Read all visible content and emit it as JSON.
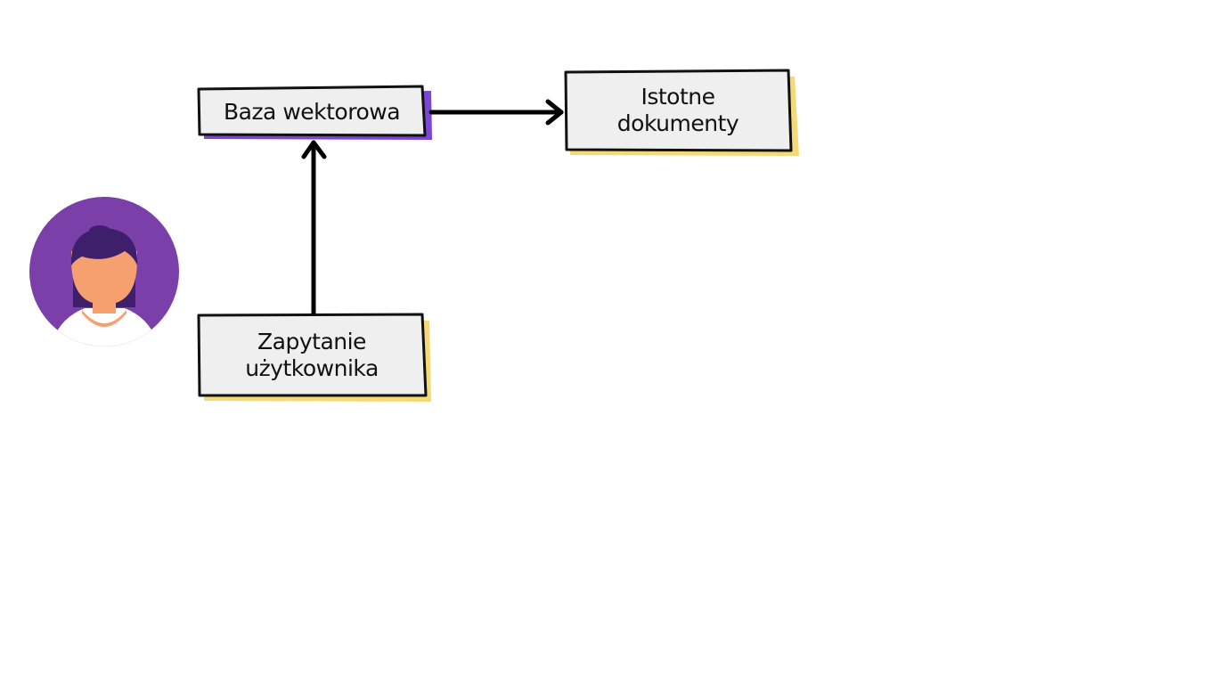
{
  "diagram": {
    "nodes": {
      "vector_db": {
        "label": "Baza wektorowa",
        "accent": "#7b45d6"
      },
      "relevant_docs": {
        "label": "Istotne\ndokumenty",
        "accent": "#f5d977"
      },
      "user_query": {
        "label": "Zapytanie\nużytkownika",
        "accent": "#f5d977"
      }
    },
    "edges": [
      {
        "from": "user_query",
        "to": "vector_db"
      },
      {
        "from": "vector_db",
        "to": "relevant_docs"
      }
    ],
    "avatar": {
      "icon": "user-avatar-icon",
      "circle_color": "#7a3fa8",
      "hair_color": "#3d1f6b",
      "skin_color": "#f6a070",
      "shirt_color": "#ffffff"
    },
    "colors": {
      "box_fill": "#efefef",
      "box_stroke": "#111111",
      "arrow": "#000000"
    }
  }
}
